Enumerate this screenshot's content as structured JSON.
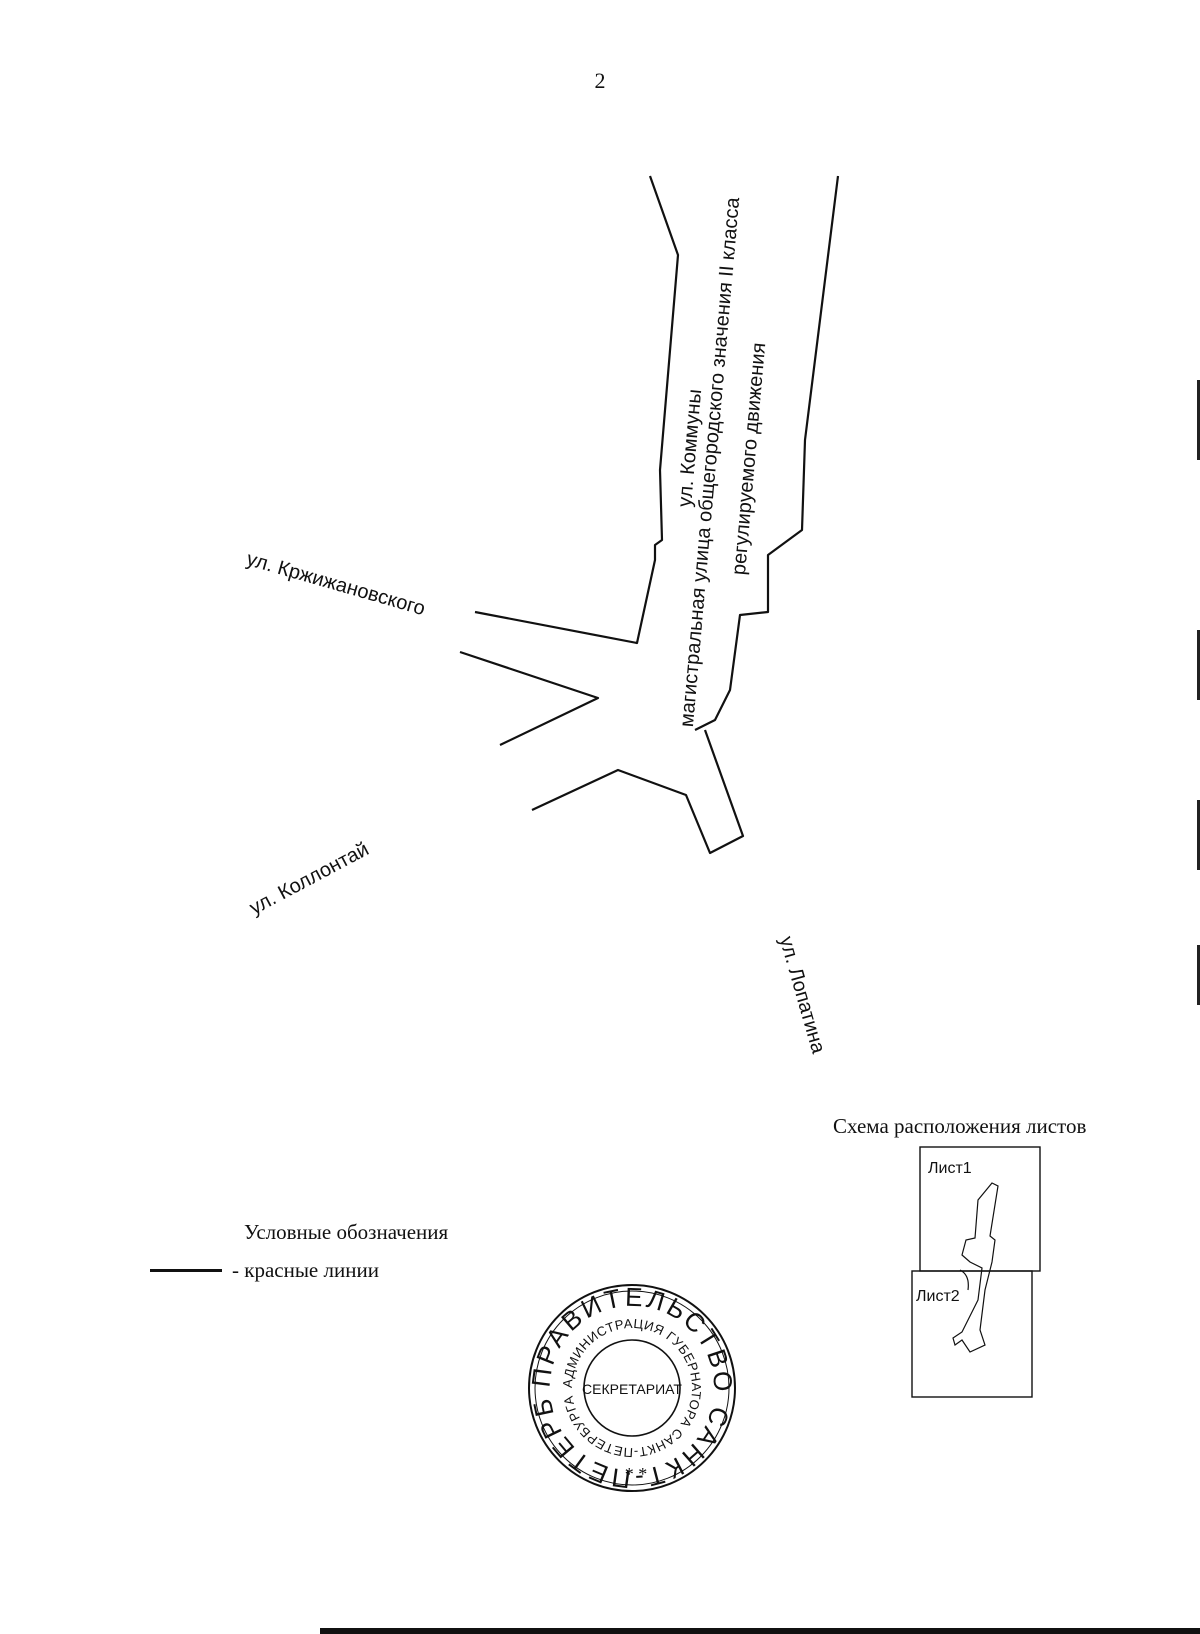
{
  "page_number": "2",
  "streets": {
    "kommuny_line1": "ул. Коммуны",
    "kommuny_line2": "магистральная улица общегородского значения II класса",
    "kommuny_line3": "регулируемого движения",
    "krzhizhanovskogo": "ул. Кржижановского",
    "kollontai": "ул. Коллонтай",
    "lopatina": "ул. Лопатина"
  },
  "scheme": {
    "title": "Схема расположения листов",
    "sheet1": "Лист1",
    "sheet2": "Лист2"
  },
  "legend": {
    "title": "Условные обозначения",
    "red_lines": "- красные линии"
  },
  "stamp": {
    "outer_text": "ПРАВИТЕЛЬСТВО САНКТ-ПЕТЕРБУРГА",
    "inner_text": "АДМИНИСТРАЦИЯ ГУБЕРНАТОРА САНКТ-ПЕТЕРБУРГА",
    "center_text": "СЕКРЕТАРИАТ"
  },
  "colors": {
    "lines": "#111111"
  }
}
